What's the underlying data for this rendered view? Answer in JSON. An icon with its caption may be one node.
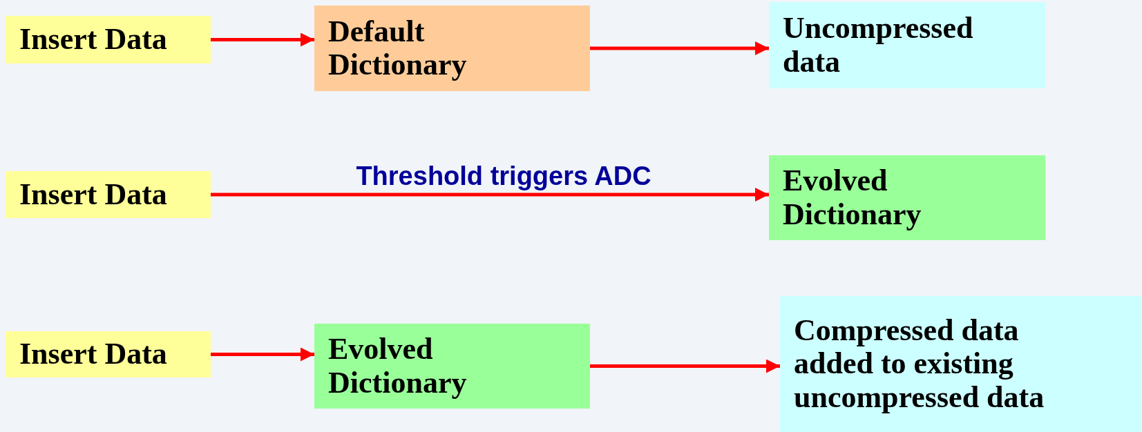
{
  "diagram": {
    "nodes": [
      {
        "text": [
          "Insert Data"
        ]
      },
      {
        "text": [
          "Default Dictionary"
        ]
      },
      {
        "text": [
          "Uncompressed data"
        ]
      },
      {
        "text": [
          "Insert Data"
        ]
      },
      {
        "text": [
          "Evolved Dictionary"
        ]
      },
      {
        "text": [
          "Insert Data"
        ]
      },
      {
        "text": [
          "Evolved Dictionary"
        ]
      },
      {
        "text": [
          "Compressed data added to existing uncompressed data"
        ]
      }
    ],
    "edges": [
      {
        "from": 0,
        "to": 1,
        "arrow": "to"
      },
      {
        "from": 1,
        "to": 2,
        "arrow": "to"
      },
      {
        "from": 3,
        "to": 4,
        "arrow": "to",
        "label": "Threshold triggers ADC"
      },
      {
        "from": 5,
        "to": 6,
        "arrow": "to"
      },
      {
        "from": 6,
        "to": 7,
        "arrow": "to"
      }
    ]
  }
}
